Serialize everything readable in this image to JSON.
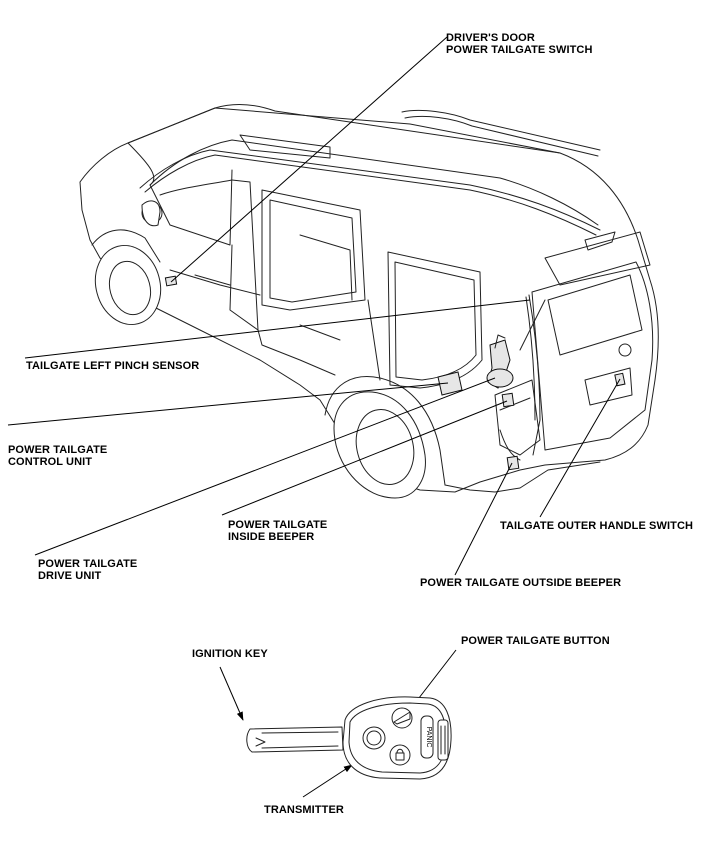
{
  "labels": {
    "drivers_door_switch": [
      "DRIVER'S DOOR",
      "POWER TAILGATE SWITCH"
    ],
    "left_pinch_sensor": [
      "TAILGATE LEFT PINCH SENSOR"
    ],
    "control_unit": [
      "POWER TAILGATE",
      "CONTROL UNIT"
    ],
    "inside_beeper": [
      "POWER TAILGATE",
      "INSIDE BEEPER"
    ],
    "drive_unit": [
      "POWER TAILGATE",
      "DRIVE UNIT"
    ],
    "outer_handle_switch": [
      "TAILGATE OUTER HANDLE SWITCH"
    ],
    "outside_beeper": [
      "POWER TAILGATE OUTSIDE BEEPER"
    ],
    "tailgate_button": [
      "POWER TAILGATE BUTTON"
    ],
    "ignition_key": [
      "IGNITION KEY"
    ],
    "transmitter": [
      "TRANSMITTER"
    ]
  },
  "remote": {
    "panic_text": "PANIC"
  }
}
